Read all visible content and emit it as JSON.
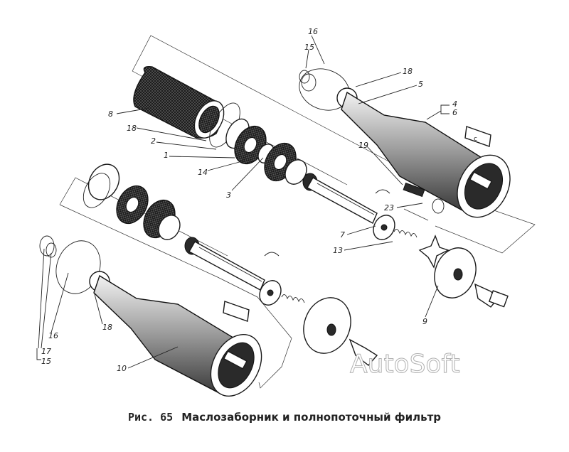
{
  "caption": {
    "figure": "Рис. 65",
    "title": "Маслозаборник и полнопоточный фильтр"
  },
  "watermark": "AutoSoft",
  "labels": {
    "l16a": "16",
    "l15a": "15",
    "l18a": "18",
    "l5": "5",
    "l4": "4",
    "l6": "6",
    "l8": "8",
    "l18b": "18",
    "l2": "2",
    "l1": "1",
    "l14": "14",
    "l3": "3",
    "l19": "19",
    "l23": "23",
    "l7": "7",
    "l13": "13",
    "l9": "9",
    "l18c": "18",
    "l16b": "16",
    "l17": "17",
    "l15b": "15",
    "l10": "10"
  }
}
